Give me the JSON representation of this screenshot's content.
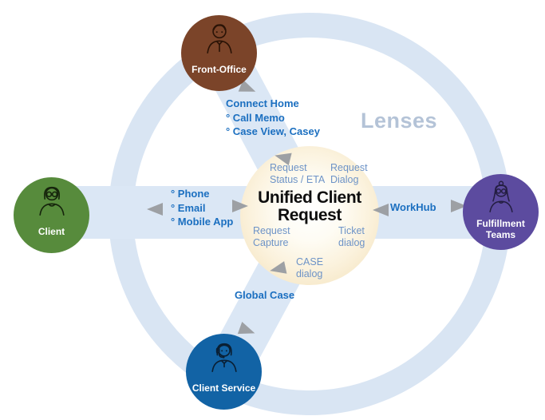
{
  "watermark": "Lenses",
  "actors": {
    "front_office": {
      "label": "Front-Office",
      "color": "#7b4429"
    },
    "client": {
      "label": "Client",
      "color": "#578b3c"
    },
    "fulfillment": {
      "line1": "Fulfillment",
      "line2": "Teams",
      "color": "#5c4b9f"
    },
    "client_service": {
      "label": "Client Service",
      "color": "#1263a5"
    }
  },
  "center_hub": {
    "title": {
      "line1": "Unified Client",
      "line2": "Request"
    },
    "touchpoints": {
      "request_status": {
        "line1": "Request",
        "line2": "Status / ETA"
      },
      "request_dialog": {
        "line1": "Request",
        "line2": "Dialog"
      },
      "request_capture": {
        "line1": "Request",
        "line2": "Capture"
      },
      "ticket_dialog": {
        "line1": "Ticket",
        "line2": "dialog"
      },
      "case_dialog": {
        "line1": "CASE",
        "line2": "dialog"
      }
    }
  },
  "channels": {
    "front_office": {
      "items": [
        "Connect Home",
        "° Call Memo",
        "° Case View, Casey"
      ]
    },
    "client": {
      "items": [
        "° Phone",
        "° Email",
        "° Mobile App"
      ]
    },
    "fulfillment": {
      "label": "WorkHub"
    },
    "client_service": {
      "label": "Global Case"
    }
  },
  "colors": {
    "band": "#dbe7f5",
    "ring": "#d9e5f3",
    "link_text": "#1b6fc0",
    "hub_label_text": "#6d93c7",
    "hub_title_text": "#0e0e0e",
    "watermark_text": "#b4c3d7",
    "arrow": "#9da0a4"
  }
}
